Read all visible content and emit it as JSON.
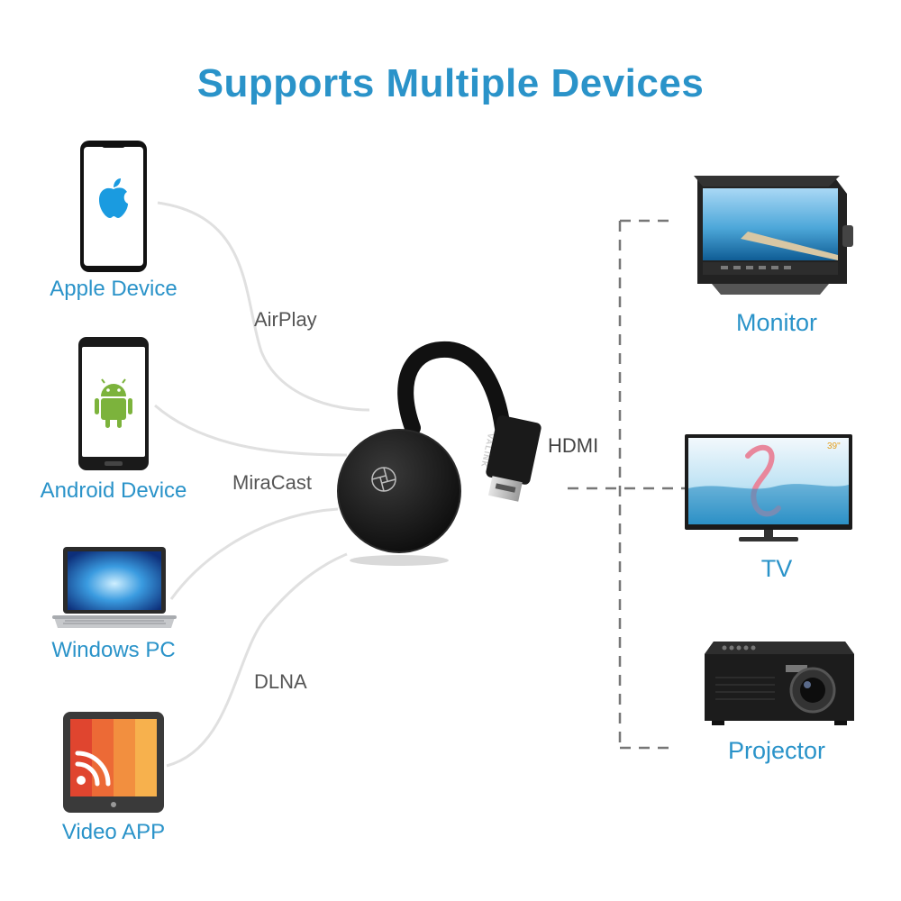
{
  "title": "Supports Multiple Devices",
  "inputs": [
    {
      "label": "Apple Device",
      "icon": "apple-phone-icon"
    },
    {
      "label": "Android Device",
      "icon": "android-phone-icon"
    },
    {
      "label": "Windows PC",
      "icon": "laptop-icon"
    },
    {
      "label": "Video APP",
      "icon": "video-app-icon"
    }
  ],
  "protocols": [
    "AirPlay",
    "MiraCast",
    "DLNA"
  ],
  "connector": "HDMI",
  "outputs": [
    {
      "label": "Monitor",
      "icon": "monitor-icon"
    },
    {
      "label": "TV",
      "icon": "tv-icon"
    },
    {
      "label": "Projector",
      "icon": "projector-icon"
    }
  ],
  "dongle_brand": "VALINK",
  "tv_badge": "39\"",
  "colors": {
    "accent": "#2a93c9",
    "android": "#7cb33c",
    "apple": "#1a9be0"
  }
}
